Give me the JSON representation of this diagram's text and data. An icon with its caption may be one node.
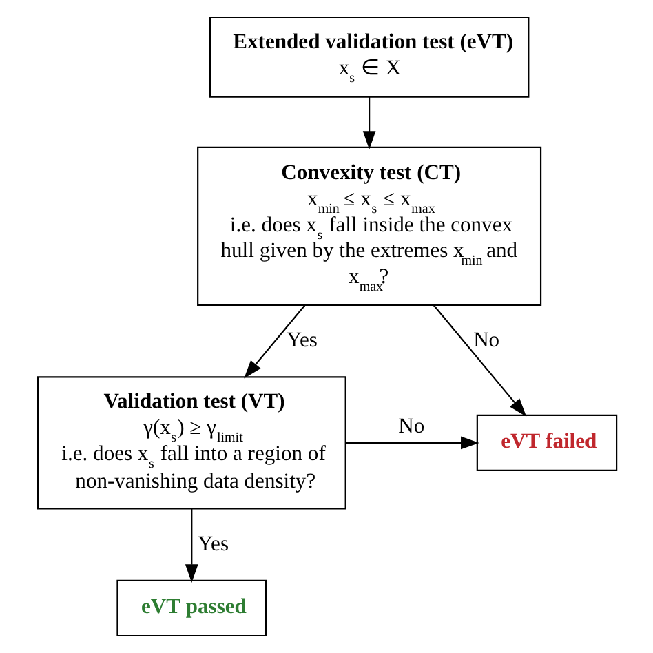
{
  "diagram": {
    "nodes": [
      {
        "text": [
          "Extended validation test (eVT)",
          "x$_{s}$ ∈ X"
        ]
      },
      {
        "text": [
          "Convexity test (CT)",
          "x$_{min}$ ≤ x$_{s}$ ≤ x$_{max}$",
          "i.e. does x$_{s}$ fall inside the convex hull given by the extremes x$_{min}$ and x$_{max}$?"
        ]
      },
      {
        "text": [
          "Validation test (VT)",
          "γ(x$_{s}$) ≥ γ$_{limit}$",
          "i.e. does x$_{s}$ fall into a region of non-vanishing data density?"
        ]
      },
      {
        "text": [
          "eVT failed"
        ]
      },
      {
        "text": [
          "eVT passed"
        ]
      }
    ],
    "edges": [
      {
        "from": 0,
        "to": 1,
        "arrow": "to"
      },
      {
        "from": 1,
        "to": 2,
        "arrow": "to",
        "label": "Yes"
      },
      {
        "from": 1,
        "to": 3,
        "arrow": "to",
        "label": "No"
      },
      {
        "from": 2,
        "to": 3,
        "arrow": "to",
        "label": "No"
      },
      {
        "from": 2,
        "to": 4,
        "arrow": "to",
        "label": "Yes"
      }
    ]
  }
}
